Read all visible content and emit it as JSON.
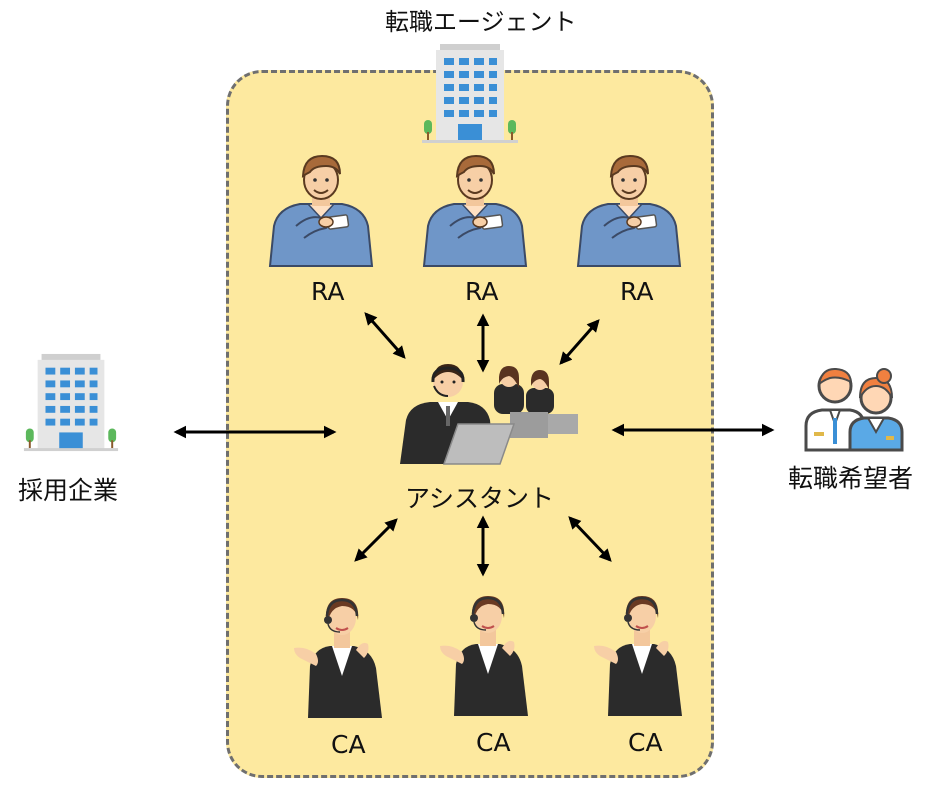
{
  "agency": {
    "title": "転職エージェント"
  },
  "company": {
    "label": "採用企業"
  },
  "candidate": {
    "label": "転職希望者"
  },
  "assistant": {
    "label": "アシスタント"
  },
  "ra_staff": [
    {
      "label": "RA"
    },
    {
      "label": "RA"
    },
    {
      "label": "RA"
    }
  ],
  "ca_staff": [
    {
      "label": "CA"
    },
    {
      "label": "CA"
    },
    {
      "label": "CA"
    }
  ],
  "colors": {
    "agency_fill": "#fde99f",
    "agency_border": "#6f6f6f",
    "arrow": "#000000",
    "building": "#e6e6e6",
    "window": "#3a8fd6",
    "ra_shirt": "#6f96c8",
    "ca_suit": "#2b2b2b"
  },
  "icons": {
    "agency": "office-building-icon",
    "company": "office-building-icon",
    "candidate": "job-seekers-icon",
    "ra": "recruiter-man-icon",
    "ca": "advisor-woman-headset-icon",
    "assistant": "call-center-team-icon"
  }
}
